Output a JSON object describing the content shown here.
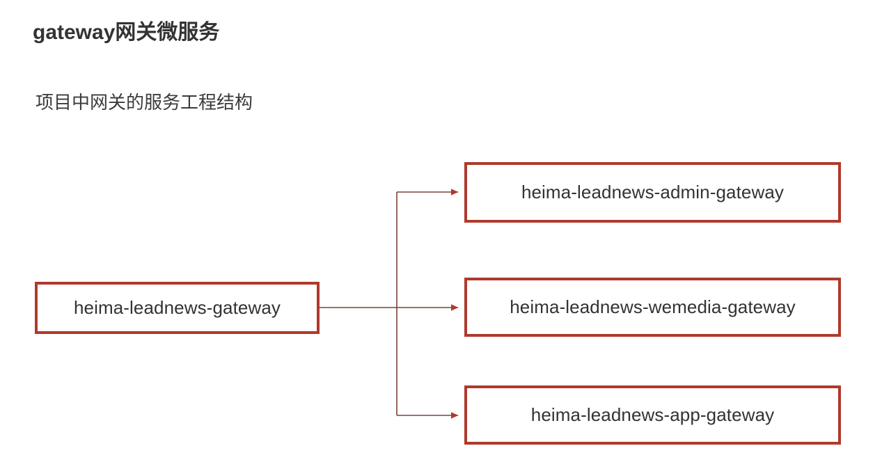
{
  "slide": {
    "title": "gateway网关微服务",
    "subtitle": "项目中网关的服务工程结构",
    "background_color": "#ffffff",
    "title_color": "#333333",
    "subtitle_color": "#3b3b3b"
  },
  "diagram": {
    "box_border_color": "#af3a2b",
    "box_fill_color": "#ffffff",
    "box_text_color": "#333333",
    "connector_color": "#7a4238",
    "arrowhead_color": "#b03a2a",
    "root": {
      "label": "heima-leadnews-gateway"
    },
    "children": [
      {
        "label": "heima-leadnews-admin-gateway"
      },
      {
        "label": "heima-leadnews-wemedia-gateway"
      },
      {
        "label": "heima-leadnews-app-gateway"
      }
    ]
  }
}
